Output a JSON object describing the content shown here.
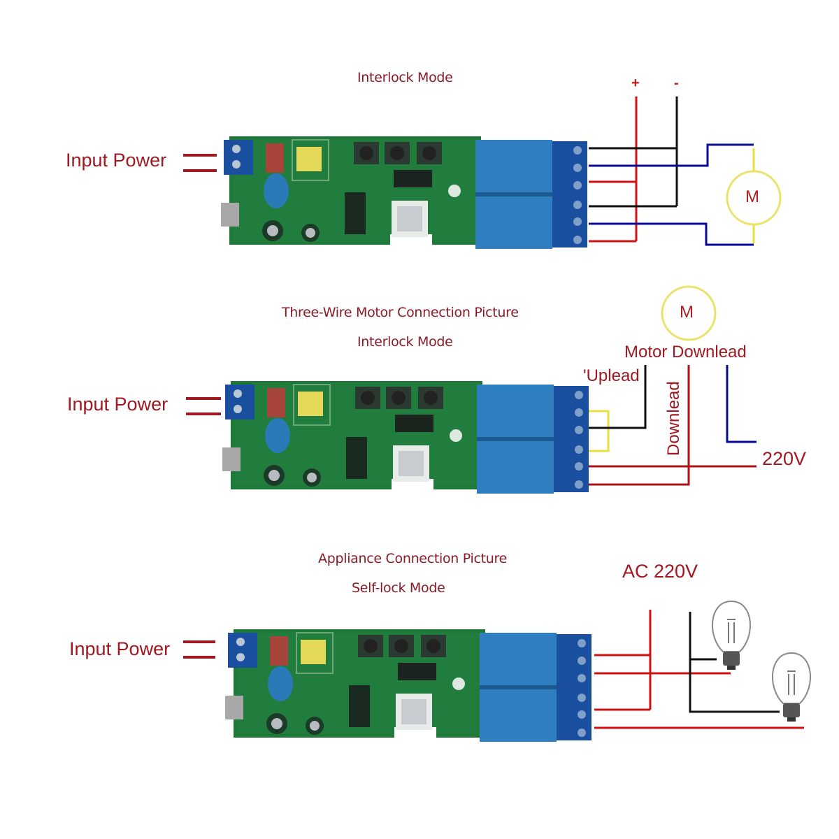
{
  "colors": {
    "label_red": "#a01820",
    "wire_red": "#d01010",
    "wire_black": "#111111",
    "wire_blue": "#0a0a9a",
    "wire_yellow": "#e8e040",
    "pcb_green": "#1f7a3a",
    "relay_blue": "#2f7fc0",
    "terminal_blue": "#1a4fa0"
  },
  "panels": [
    {
      "id": "motor-interlock",
      "title": "Interlock Mode",
      "input_label": "Input Power",
      "supply_plus": "+",
      "supply_minus": "-",
      "motor_label": "M"
    },
    {
      "id": "three-wire-motor",
      "title": "Three-Wire Motor Connection Picture",
      "subtitle": "Interlock Mode",
      "input_label": "Input Power",
      "motor_label": "M",
      "motor_downlead_label": "Motor Downlead",
      "uplead_label": "'Uplead",
      "downlead_label": "Downlead",
      "voltage_label": "220V"
    },
    {
      "id": "appliance",
      "title": "Appliance Connection Picture",
      "subtitle": "Self-lock Mode",
      "input_label": "Input Power",
      "voltage_label": "AC 220V",
      "loads": [
        "light-bulb",
        "light-bulb"
      ]
    }
  ]
}
